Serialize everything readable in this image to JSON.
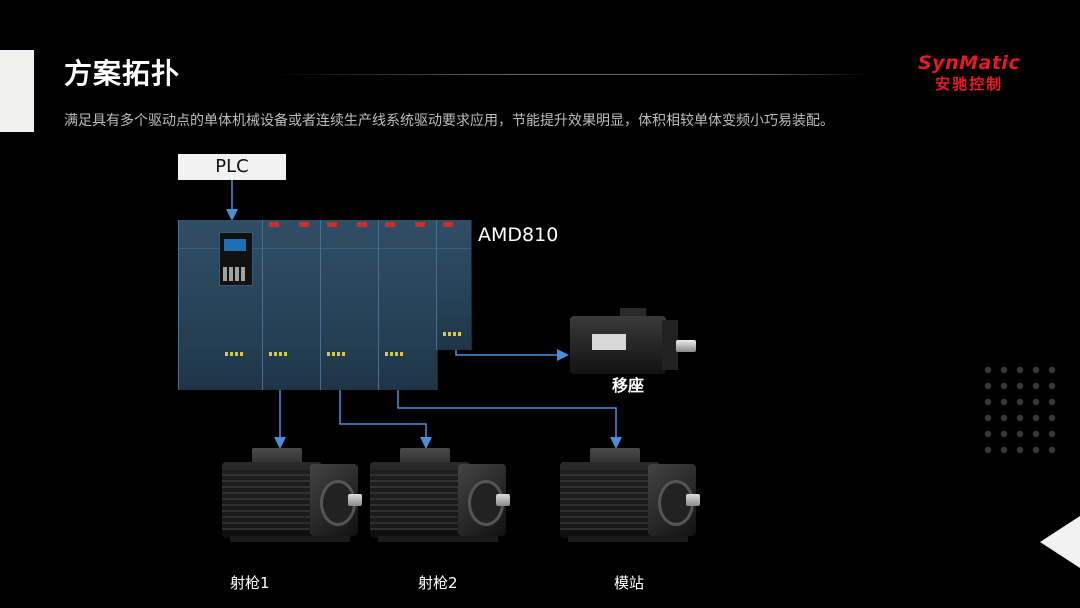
{
  "header": {
    "title": "方案拓扑",
    "subtitle": "满足具有多个驱动点的单体机械设备或者连续生产线系统驱动要求应用，节能提升效果明显，体积相较单体变频小巧易装配。"
  },
  "logo": {
    "main": "SynMatic",
    "sub": "安驰控制"
  },
  "diagram": {
    "controller": "PLC",
    "drive_model": "AMD810",
    "servo_label": "移座",
    "motors": [
      {
        "label": "射枪1"
      },
      {
        "label": "射枪2"
      },
      {
        "label": "模站"
      }
    ]
  },
  "colors": {
    "background": "#000000",
    "accent": "#e31b23",
    "connector": "#4a8fd8"
  }
}
